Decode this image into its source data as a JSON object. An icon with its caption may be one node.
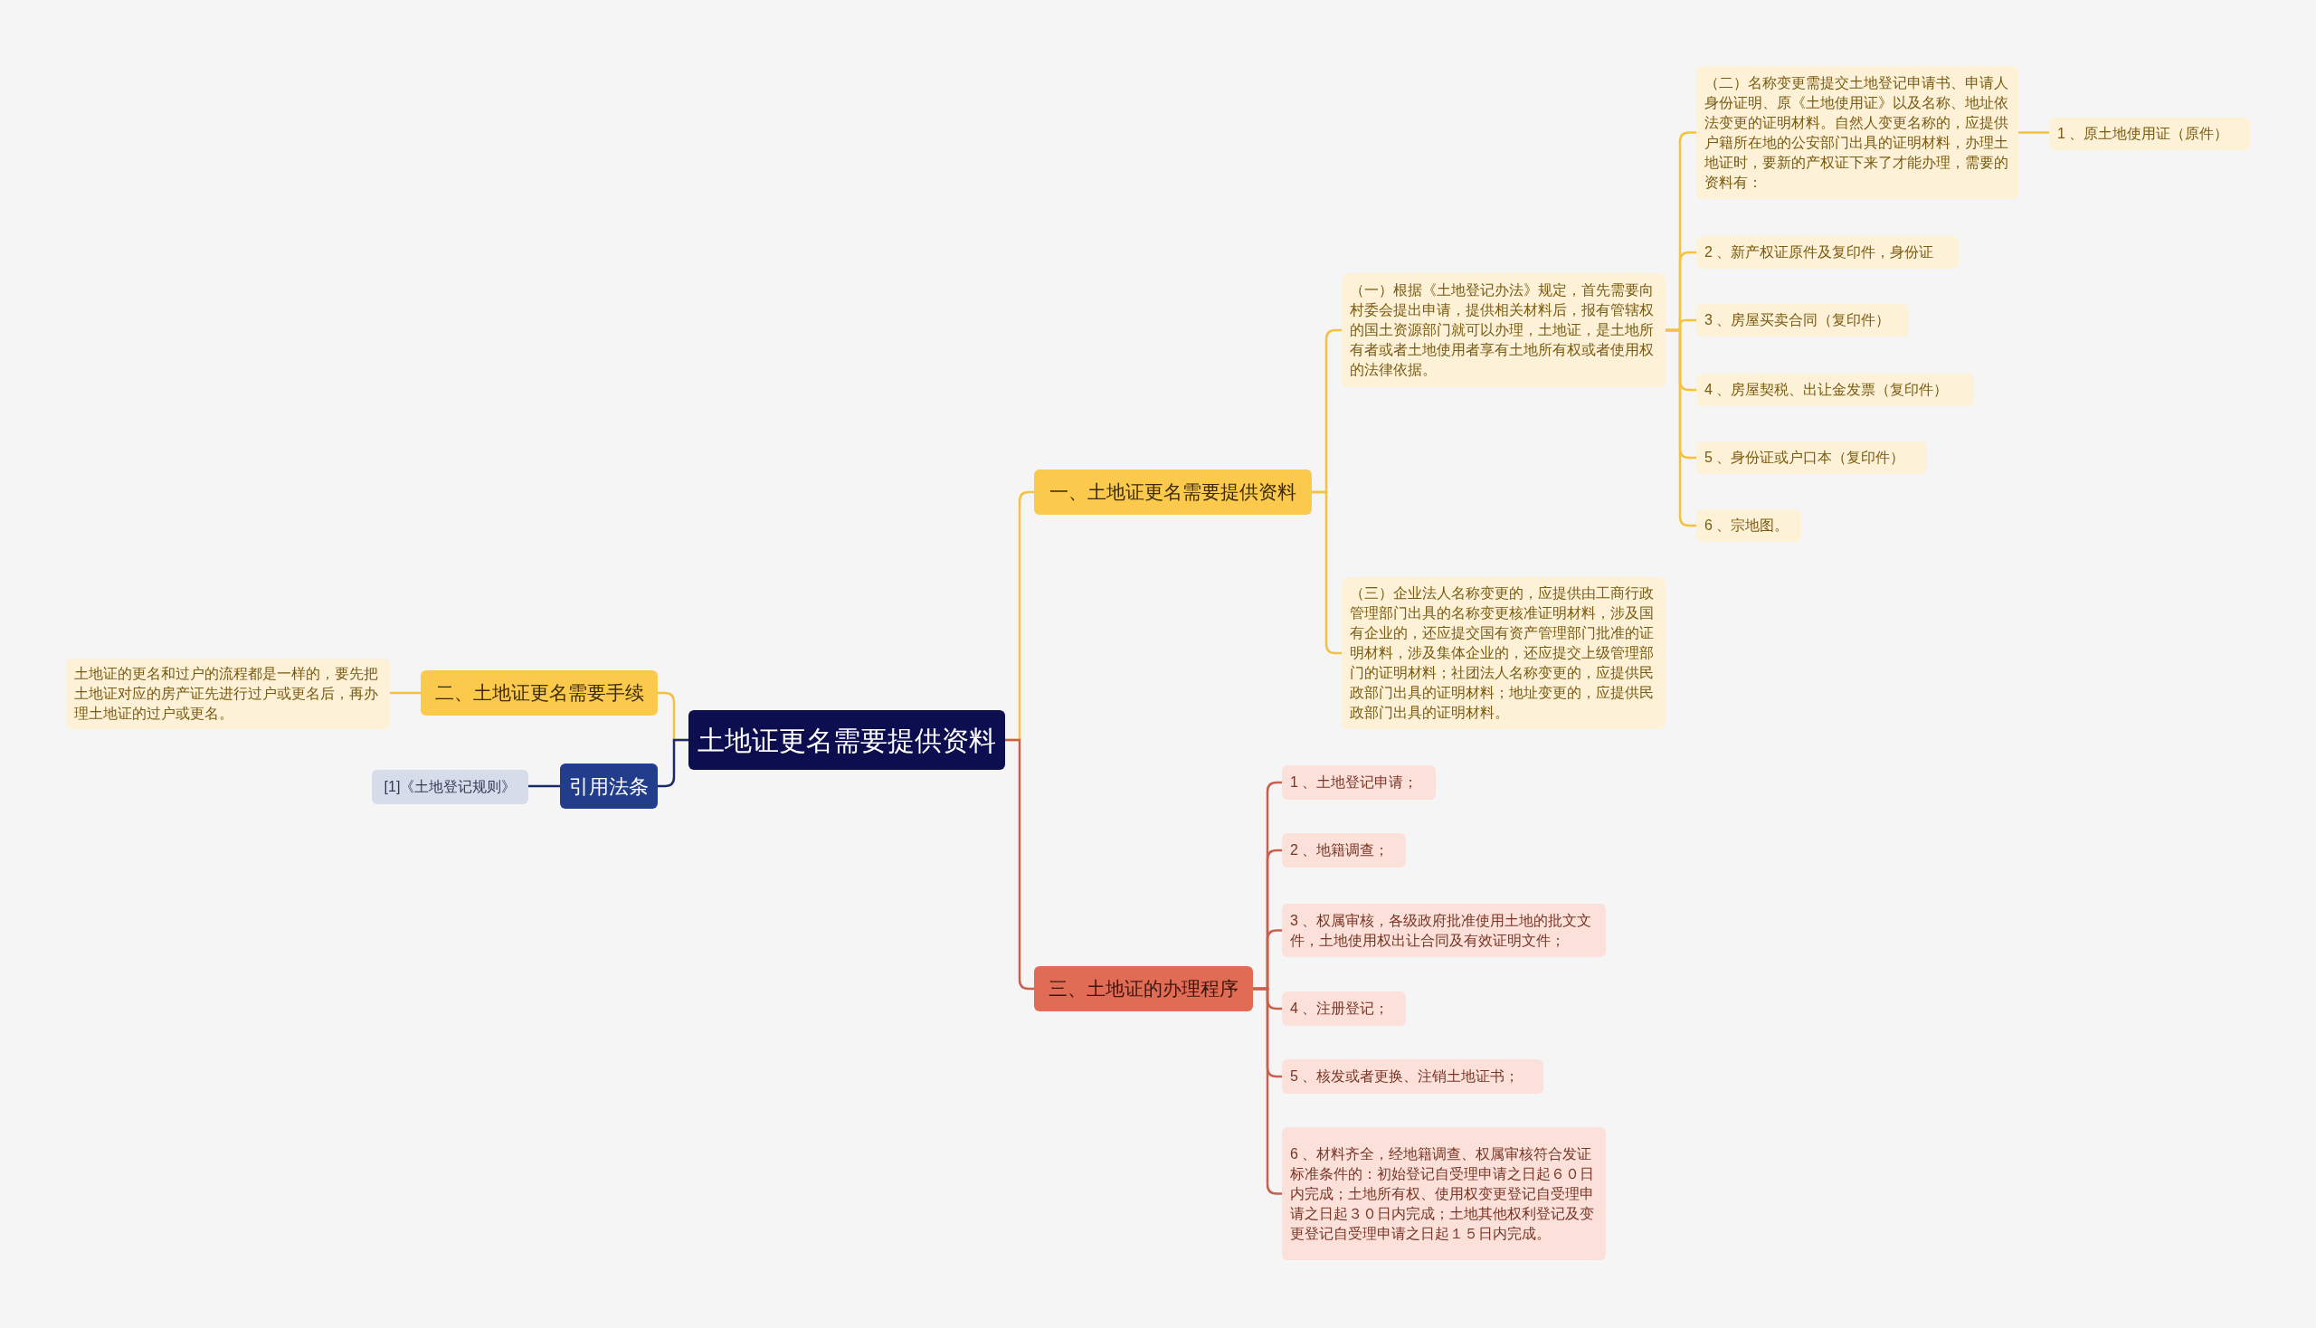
{
  "diagram": {
    "nodes": [
      {
        "text": [
          "土地证更名需要提供资料"
        ]
      },
      {
        "text": [
          "一、土地证更名需要提供资料"
        ]
      },
      {
        "text": [
          "（一）根据《土地登记办法》规定，首先需要向村委会提出申请，提供相关材料后，报有管辖权的国土资源部门就可以办理，土地证，是土地所有者或者土地使用者享有土地所有权或者使用权的法律依据。"
        ]
      },
      {
        "text": [
          "（二）名称变更需提交土地登记申请书、申请人身份证明、原《土地使用证》以及名称、地址依法变更的证明材料。自然人变更名称的，应提供户籍所在地的公安部门出具的证明材料，办理土地证时，要新的产权证下来了才能办理，需要的资料有："
        ]
      },
      {
        "text": [
          "1 、原土地使用证（原件）"
        ]
      },
      {
        "text": [
          "2 、新产权证原件及复印件，身份证"
        ]
      },
      {
        "text": [
          "3 、房屋买卖合同（复印件）"
        ]
      },
      {
        "text": [
          "4 、房屋契税、出让金发票（复印件）"
        ]
      },
      {
        "text": [
          "5 、身份证或户口本（复印件）"
        ]
      },
      {
        "text": [
          "6 、宗地图。"
        ]
      },
      {
        "text": [
          "（三）企业法人名称变更的，应提供由工商行政管理部门出具的名称变更核准证明材料，涉及国有企业的，还应提交国有资产管理部门批准的证明材料，涉及集体企业的，还应提交上级管理部门的证明材料；社团法人名称变更的，应提供民政部门出具的证明材料；地址变更的，应提供民政部门出具的证明材料。"
        ]
      },
      {
        "text": [
          "三、土地证的办理程序"
        ]
      },
      {
        "text": [
          "1 、土地登记申请；"
        ]
      },
      {
        "text": [
          "2 、地籍调查；"
        ]
      },
      {
        "text": [
          "3 、权属审核，各级政府批准使用土地的批文文件，土地使用权出让合同及有效证明文件；"
        ]
      },
      {
        "text": [
          "4 、注册登记；"
        ]
      },
      {
        "text": [
          "5 、核发或者更换、注销土地证书；"
        ]
      },
      {
        "text": [
          "6 、材料齐全，经地籍调查、权属审核符合发证标准条件的：初始登记自受理申请之日起６０日内完成；土地所有权、使用权变更登记自受理申请之日起３０日内完成；土地其他权利登记及变更登记自受理申请之日起１５日内完成。"
        ]
      },
      {
        "text": [
          "二、土地证更名需要手续"
        ]
      },
      {
        "text": [
          "土地证的更名和过户的流程都是一样的，要先把土地证对应的房产证先进行过户或更名后，再办理土地证的过户或更名。"
        ]
      },
      {
        "text": [
          "引用法条"
        ]
      },
      {
        "text": [
          "[1]《土地登记规则》"
        ]
      }
    ],
    "edges": [
      {
        "from": 0,
        "to": 1,
        "arrow": "none"
      },
      {
        "from": 1,
        "to": 2,
        "arrow": "none"
      },
      {
        "from": 2,
        "to": 3,
        "arrow": "none"
      },
      {
        "from": 3,
        "to": 4,
        "arrow": "none"
      },
      {
        "from": 2,
        "to": 5,
        "arrow": "none"
      },
      {
        "from": 2,
        "to": 6,
        "arrow": "none"
      },
      {
        "from": 2,
        "to": 7,
        "arrow": "none"
      },
      {
        "from": 2,
        "to": 8,
        "arrow": "none"
      },
      {
        "from": 2,
        "to": 9,
        "arrow": "none"
      },
      {
        "from": 1,
        "to": 10,
        "arrow": "none"
      },
      {
        "from": 0,
        "to": 11,
        "arrow": "none",
        "color": "#c9604e"
      },
      {
        "from": 11,
        "to": 12,
        "arrow": "none",
        "color": "#c9604e"
      },
      {
        "from": 11,
        "to": 13,
        "arrow": "none",
        "color": "#c9604e"
      },
      {
        "from": 11,
        "to": 14,
        "arrow": "none",
        "color": "#c9604e"
      },
      {
        "from": 11,
        "to": 15,
        "arrow": "none",
        "color": "#c9604e"
      },
      {
        "from": 11,
        "to": 16,
        "arrow": "none",
        "color": "#c9604e"
      },
      {
        "from": 11,
        "to": 17,
        "arrow": "none",
        "color": "#c9604e"
      },
      {
        "from": 0,
        "to": 18,
        "arrow": "none"
      },
      {
        "from": 18,
        "to": 19,
        "arrow": "none"
      },
      {
        "from": 0,
        "to": 20,
        "arrow": "none",
        "color": "#1b2a6b"
      },
      {
        "from": 20,
        "to": 21,
        "arrow": "none",
        "color": "#1b2a6b"
      }
    ]
  }
}
